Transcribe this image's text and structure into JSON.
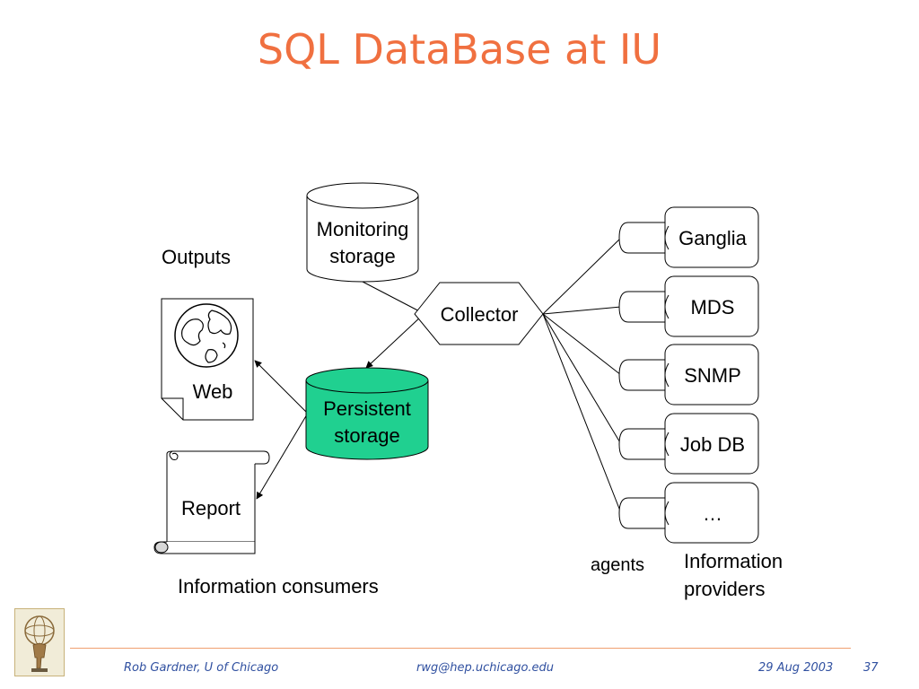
{
  "slide": {
    "title": "SQL DataBase at IU"
  },
  "diagram": {
    "monitoring_storage": [
      "Monitoring",
      "storage"
    ],
    "collector": "Collector",
    "persistent_storage": [
      "Persistent",
      "storage"
    ],
    "outputs_label": "Outputs",
    "web_label": "Web",
    "report_label": "Report",
    "consumers_label": "Information consumers",
    "agents_label": "agents",
    "providers_label": [
      "Information",
      "providers"
    ],
    "providers": [
      "Ganglia",
      "MDS",
      "SNMP",
      "Job DB",
      "…"
    ]
  },
  "footer": {
    "author": "Rob Gardner, U of Chicago",
    "email": "rwg@hep.uchicago.edu",
    "date": "29 Aug 2003",
    "page": "37"
  },
  "colors": {
    "title": "#f07040",
    "persistent_fill": "#20d090",
    "footer_text": "#3050a0"
  }
}
